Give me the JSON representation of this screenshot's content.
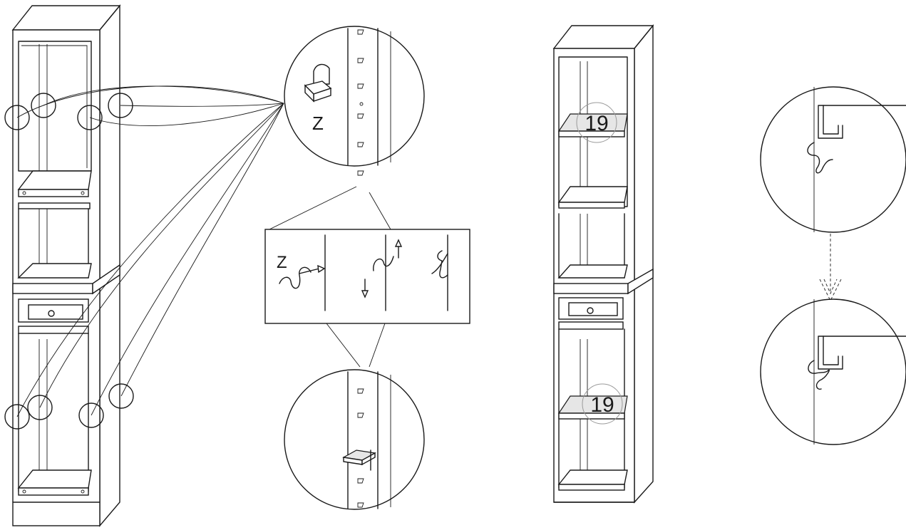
{
  "labels": {
    "clip_label_top": "Z",
    "clip_label_inset": "Z",
    "part_number_upper": "19",
    "part_number_lower": "19"
  }
}
